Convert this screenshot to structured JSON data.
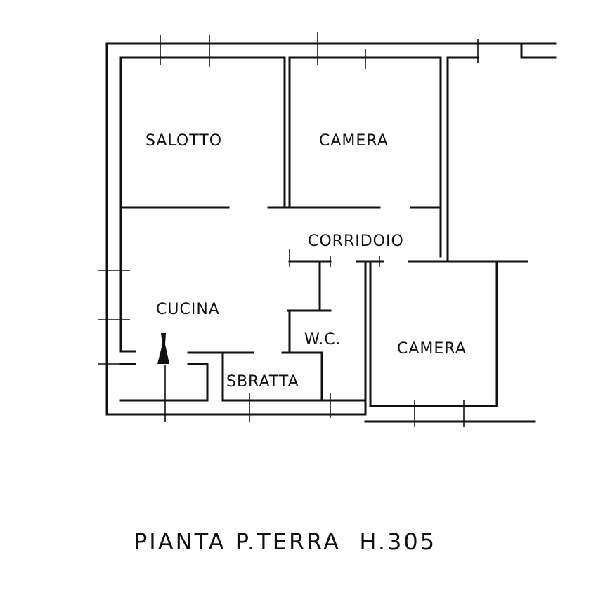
{
  "rooms": {
    "salotto": "SALOTTO",
    "camera_1": "CAMERA",
    "corridoio": "CORRIDOIO",
    "cucina": "CUCINA",
    "wc": "W.C.",
    "sbratta": "SBRATTA",
    "camera_2": "CAMERA"
  },
  "caption": "PIANTA P.TERRA  H.305"
}
